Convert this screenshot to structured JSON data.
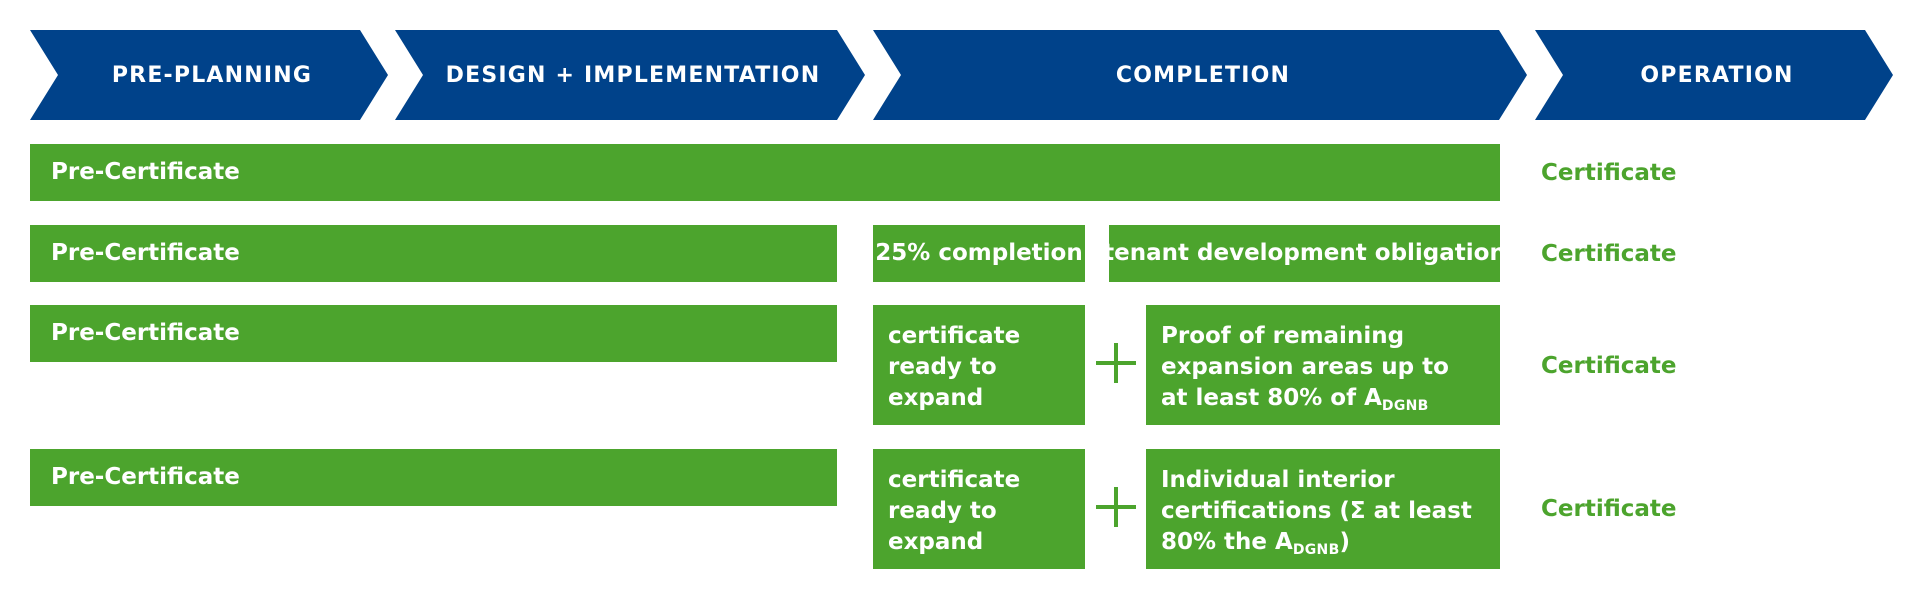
{
  "phases": [
    "PRE-PLANNING",
    "DESIGN + IMPLEMENTATION",
    "COMPLETION",
    "OPERATION"
  ],
  "rows": [
    {
      "pre_certificate": "Pre-Certificate",
      "certificate": "Certificate"
    },
    {
      "pre_certificate": "Pre-Certificate",
      "completion": "25% completion",
      "obligation": "tenant development obligation",
      "certificate": "Certificate"
    },
    {
      "pre_certificate": "Pre-Certificate",
      "ready": [
        "certificate",
        "ready to",
        "expand"
      ],
      "plus": "+",
      "proof": {
        "lines": [
          "Proof of remaining",
          "expansion areas up to"
        ],
        "last_prefix": "at least 80% of A",
        "subscript": "DGNB",
        "last_suffix": ""
      },
      "certificate": "Certificate"
    },
    {
      "pre_certificate": "Pre-Certificate",
      "ready": [
        "certificate",
        "ready to",
        "expand"
      ],
      "plus": "+",
      "proof": {
        "lines": [
          "Individual interior",
          "certifications (Σ at least"
        ],
        "last_prefix": "80% the A",
        "subscript": "DGNB",
        "last_suffix": ")"
      },
      "certificate": "Certificate"
    }
  ],
  "colors": {
    "phase_blue": "#00428a",
    "certificate_green": "#4ca42d",
    "text_white": "#ffffff"
  },
  "icons": {
    "plus": "plus-icon"
  }
}
